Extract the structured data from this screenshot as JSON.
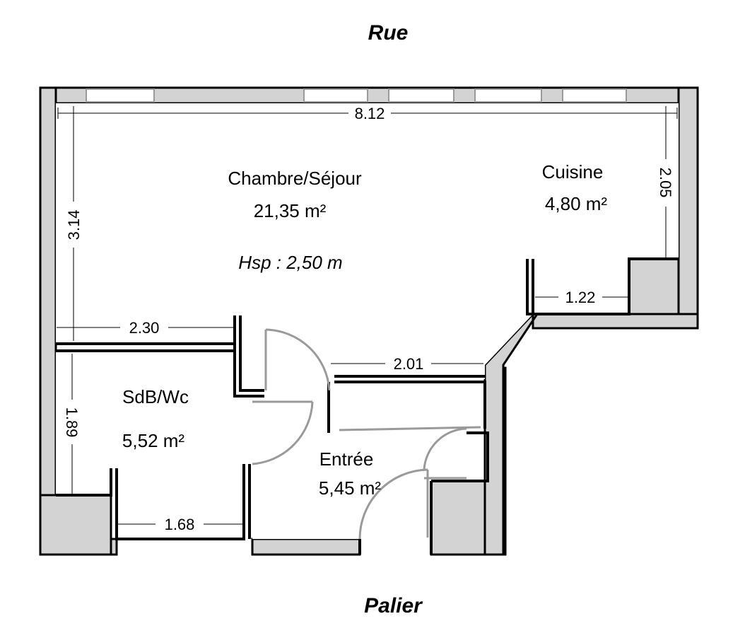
{
  "street_top": "Rue",
  "street_bottom": "Palier",
  "rooms": {
    "sejour": {
      "name": "Chambre/Séjour",
      "area": "21,35 m²",
      "height": "Hsp : 2,50 m"
    },
    "cuisine": {
      "name": "Cuisine",
      "area": "4,80 m²"
    },
    "sdb": {
      "name": "SdB/Wc",
      "area": "5,52 m²"
    },
    "entree": {
      "name": "Entrée",
      "area": "5,45 m²"
    }
  },
  "dimensions": {
    "top_width": "8.12",
    "left_height": "3.14",
    "right_height": "2.05",
    "sejour_bottom": "2.30",
    "cuisine_nook": "1.22",
    "entree_top": "2.01",
    "sdb_height": "1.89",
    "sdb_bottom": "1.68"
  },
  "colors": {
    "wall_fill": "#d3d3d3",
    "wall_stroke": "#000000",
    "door_swing": "#9a9a9a"
  }
}
